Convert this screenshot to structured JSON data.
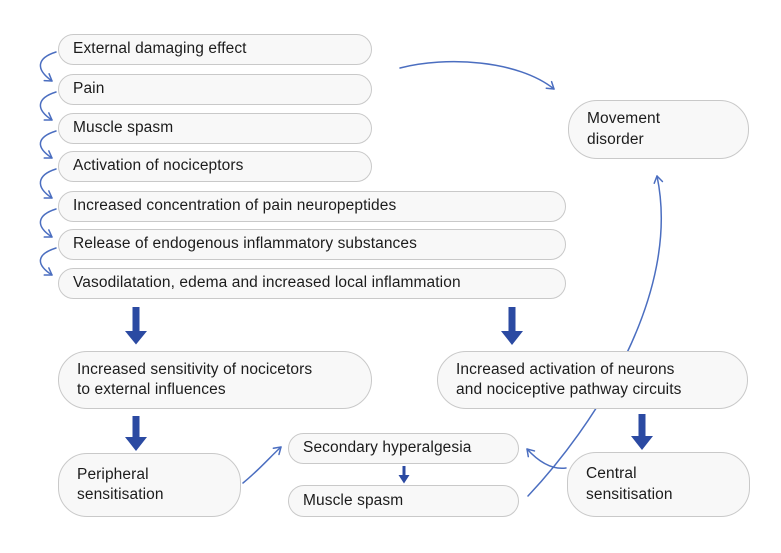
{
  "diagram": {
    "type": "flowchart",
    "topic": "Pain pathway and sensitisation cascade",
    "colors": {
      "background": "#ffffff",
      "box_fill": "#f8f8f8",
      "box_border": "#c9c9c9",
      "text": "#1c1c1c",
      "thin_arrow": "#4b6ec0",
      "bold_arrow": "#2b4aa2"
    },
    "nodes": {
      "external_damaging_effect": "External damaging effect",
      "pain": "Pain",
      "muscle_spasm_top": "Muscle spasm",
      "activation_of_nociceptors": "Activation of nociceptors",
      "increased_concentration_of_pain_neuropeptides": "Increased concentration of pain neuropeptides",
      "release_of_endogenous_inflammatory_substances": "Release of endogenous inflammatory substances",
      "vasodilatation_edema": "Vasodilatation, edema and increased local inflammation",
      "movement_disorder": "Movement\ndisorder",
      "increased_sensitivity": "Increased sensitivity of nocicetors\nto external influences",
      "increased_activation": "Increased activation of neurons\nand nociceptive pathway circuits",
      "peripheral_sensitisation": "Peripheral\nsensitisation",
      "secondary_hyperalgesia": "Secondary hyperalgesia",
      "muscle_spasm_bottom": "Muscle spasm",
      "central_sensitisation": "Central\nsensitisation"
    },
    "edges": [
      {
        "from": "external_damaging_effect",
        "to": "pain",
        "style": "thin-curved"
      },
      {
        "from": "pain",
        "to": "muscle_spasm_top",
        "style": "thin-curved"
      },
      {
        "from": "muscle_spasm_top",
        "to": "activation_of_nociceptors",
        "style": "thin-curved"
      },
      {
        "from": "activation_of_nociceptors",
        "to": "increased_concentration_of_pain_neuropeptides",
        "style": "thin-curved"
      },
      {
        "from": "increased_concentration_of_pain_neuropeptides",
        "to": "release_of_endogenous_inflammatory_substances",
        "style": "thin-curved"
      },
      {
        "from": "release_of_endogenous_inflammatory_substances",
        "to": "vasodilatation_edema",
        "style": "thin-curved"
      },
      {
        "from": "external_damaging_effect",
        "to": "movement_disorder",
        "style": "thin-curved"
      },
      {
        "from": "vasodilatation_edema",
        "to": "increased_sensitivity",
        "style": "bold"
      },
      {
        "from": "vasodilatation_edema",
        "to": "increased_activation",
        "style": "bold"
      },
      {
        "from": "increased_sensitivity",
        "to": "peripheral_sensitisation",
        "style": "bold"
      },
      {
        "from": "increased_activation",
        "to": "central_sensitisation",
        "style": "bold"
      },
      {
        "from": "peripheral_sensitisation",
        "to": "secondary_hyperalgesia",
        "style": "thin-curved"
      },
      {
        "from": "central_sensitisation",
        "to": "secondary_hyperalgesia",
        "style": "thin-curved"
      },
      {
        "from": "secondary_hyperalgesia",
        "to": "muscle_spasm_bottom",
        "style": "bold-small"
      },
      {
        "from": "muscle_spasm_bottom",
        "to": "movement_disorder",
        "style": "thin-curved"
      }
    ]
  }
}
